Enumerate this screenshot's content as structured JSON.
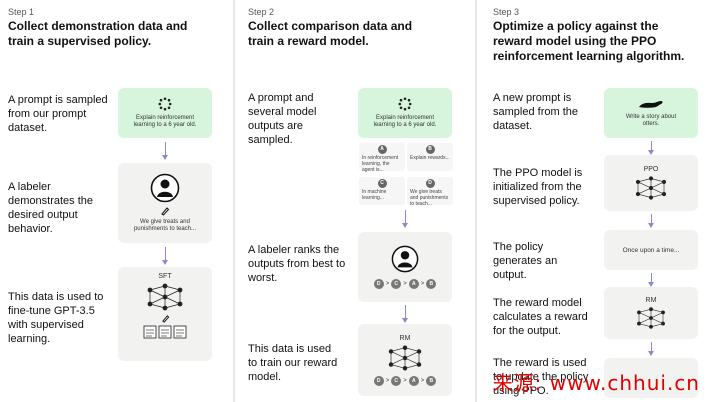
{
  "steps": [
    {
      "label": "Step 1",
      "title": "Collect demonstration data and train a supervised policy.",
      "rows": [
        "A prompt is sampled from our prompt dataset.",
        "A labeler demonstrates the desired output behavior.",
        "This data is used to fine-tune GPT-3.5 with supervised learning."
      ],
      "prompt_box": "Explain reinforcement learning to a 6 year old.",
      "labeler_box": "We give treats and punishments to teach...",
      "model_label": "SFT"
    },
    {
      "label": "Step 2",
      "title": "Collect comparison data and train a reward model.",
      "rows": [
        "A prompt and several model outputs are sampled.",
        "A labeler ranks the outputs from best to worst.",
        "This data is used to train our reward model."
      ],
      "prompt_box": "Explain reinforcement learning to a 6 year old.",
      "outputs": [
        {
          "letter": "A",
          "text": "In reinforcement learning, the agent is..."
        },
        {
          "letter": "B",
          "text": "Explain rewards..."
        },
        {
          "letter": "C",
          "text": "In machine learning..."
        },
        {
          "letter": "D",
          "text": "We give treats and punishments to teach..."
        }
      ],
      "ranking": [
        "D",
        "C",
        "A",
        "B"
      ],
      "model_label": "RM"
    },
    {
      "label": "Step 3",
      "title": "Optimize a policy against the reward model using the PPO reinforcement learning algorithm.",
      "rows": [
        "A new prompt is sampled from the dataset.",
        "The PPO model is initialized from the supervised policy.",
        "The policy generates an output.",
        "The reward model calculates a reward for the output.",
        "The reward is used to update the policy using PPO."
      ],
      "prompt_box": "Write a story about otters.",
      "ppo_label": "PPO",
      "output_text": "Once upon a time...",
      "rm_label": "RM"
    }
  ],
  "watermark": "来源: www.chhui.cn",
  "colors": {
    "green_box": "#d6f5dc",
    "gray_box": "#f2f2f1",
    "arrow": "#8a8ad0",
    "watermark": "#e10000"
  }
}
